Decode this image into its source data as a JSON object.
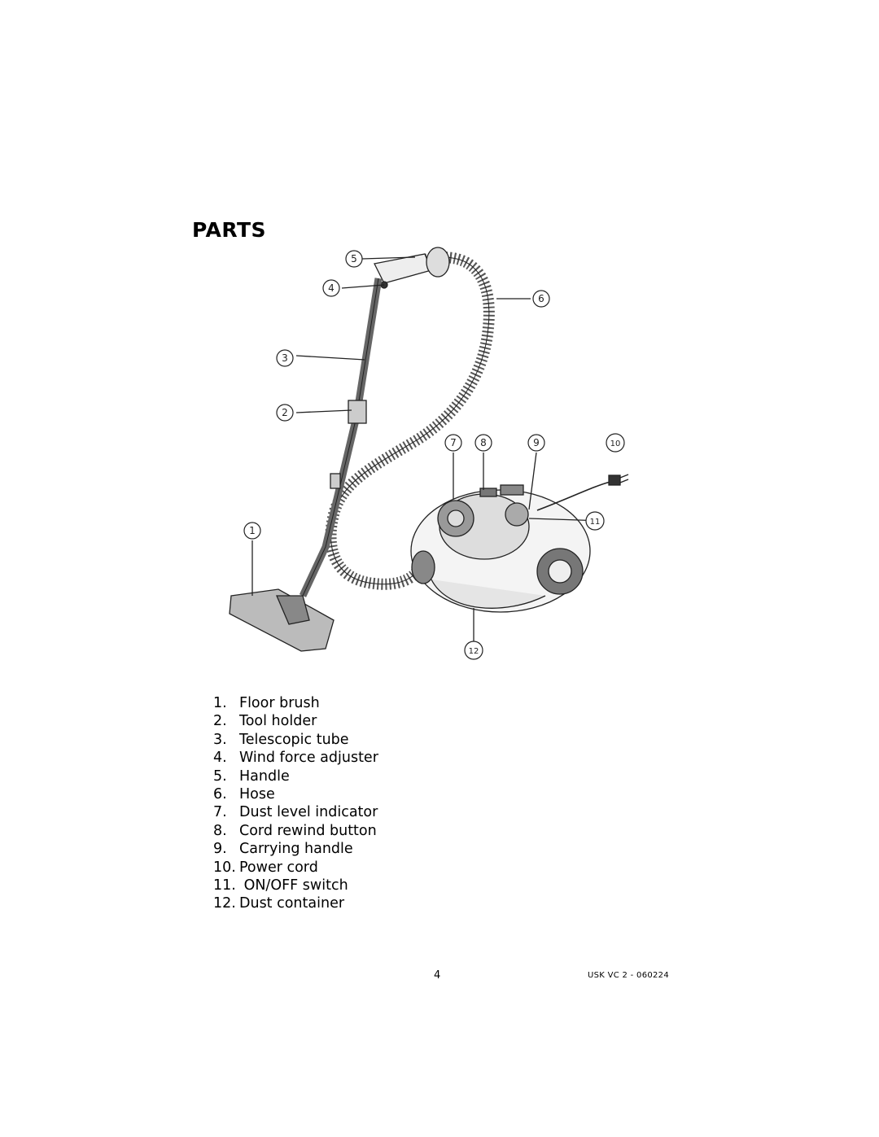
{
  "page": {
    "title": "PARTS",
    "page_number": "4",
    "doc_code": "USK VC 2 - 060224"
  },
  "diagram": {
    "callouts": [
      "1",
      "2",
      "3",
      "4",
      "5",
      "6",
      "7",
      "8",
      "9",
      "10",
      "11",
      "12"
    ]
  },
  "parts": [
    {
      "number": "1.",
      "label": "Floor brush"
    },
    {
      "number": "2.",
      "label": "Tool holder"
    },
    {
      "number": "3.",
      "label": "Telescopic tube"
    },
    {
      "number": "4.",
      "label": "Wind force adjuster"
    },
    {
      "number": "5.",
      "label": "Handle"
    },
    {
      "number": "6.",
      "label": "Hose"
    },
    {
      "number": "7.",
      "label": "Dust level indicator"
    },
    {
      "number": "8.",
      "label": "Cord rewind button"
    },
    {
      "number": "9.",
      "label": "Carrying handle"
    },
    {
      "number": "10.",
      "label": "Power cord"
    },
    {
      "number": "11.",
      "label": " ON/OFF switch"
    },
    {
      "number": "12.",
      "label": "Dust container"
    }
  ]
}
